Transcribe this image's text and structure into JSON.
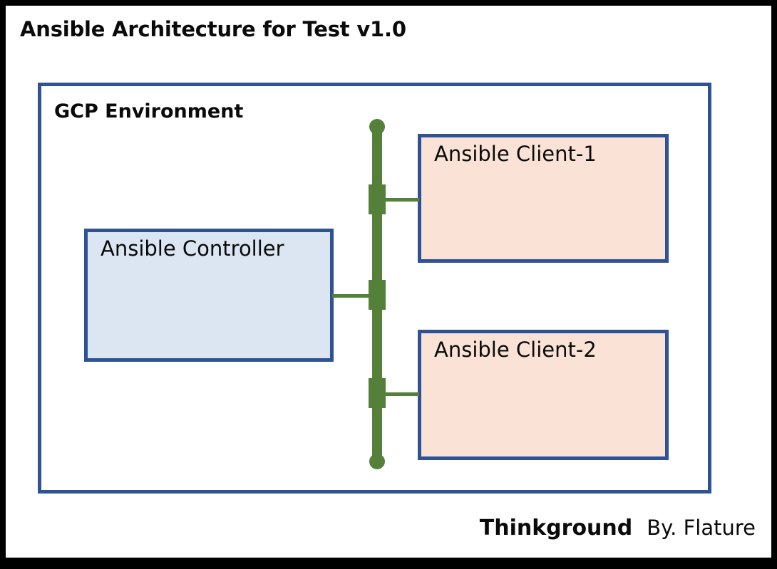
{
  "title": "Ansible Architecture for Test v1.0",
  "environment": {
    "label": "GCP Environment"
  },
  "nodes": [
    {
      "id": "ansible-controller",
      "label": "Ansible Controller",
      "fill": "#dce6f2",
      "border": "#2e5293"
    },
    {
      "id": "ansible-client-1",
      "label": "Ansible Client-1",
      "fill": "#fae3d6",
      "border": "#2e5293"
    },
    {
      "id": "ansible-client-2",
      "label": "Ansible Client-2",
      "fill": "#fae3d6",
      "border": "#2e5293"
    }
  ],
  "connector": {
    "name": "network-bus",
    "color": "#54803a",
    "endpoint_count": 2,
    "tap_count": 3
  },
  "footer": {
    "brand": "Thinkground",
    "author": "By. Flature"
  },
  "colors": {
    "frame": "#000000",
    "page": "#ffffff",
    "box_border": "#2e5293",
    "controller_fill": "#dce6f2",
    "client_fill": "#fae3d6",
    "connector_green": "#54803a",
    "text": "#0a0a0a"
  }
}
